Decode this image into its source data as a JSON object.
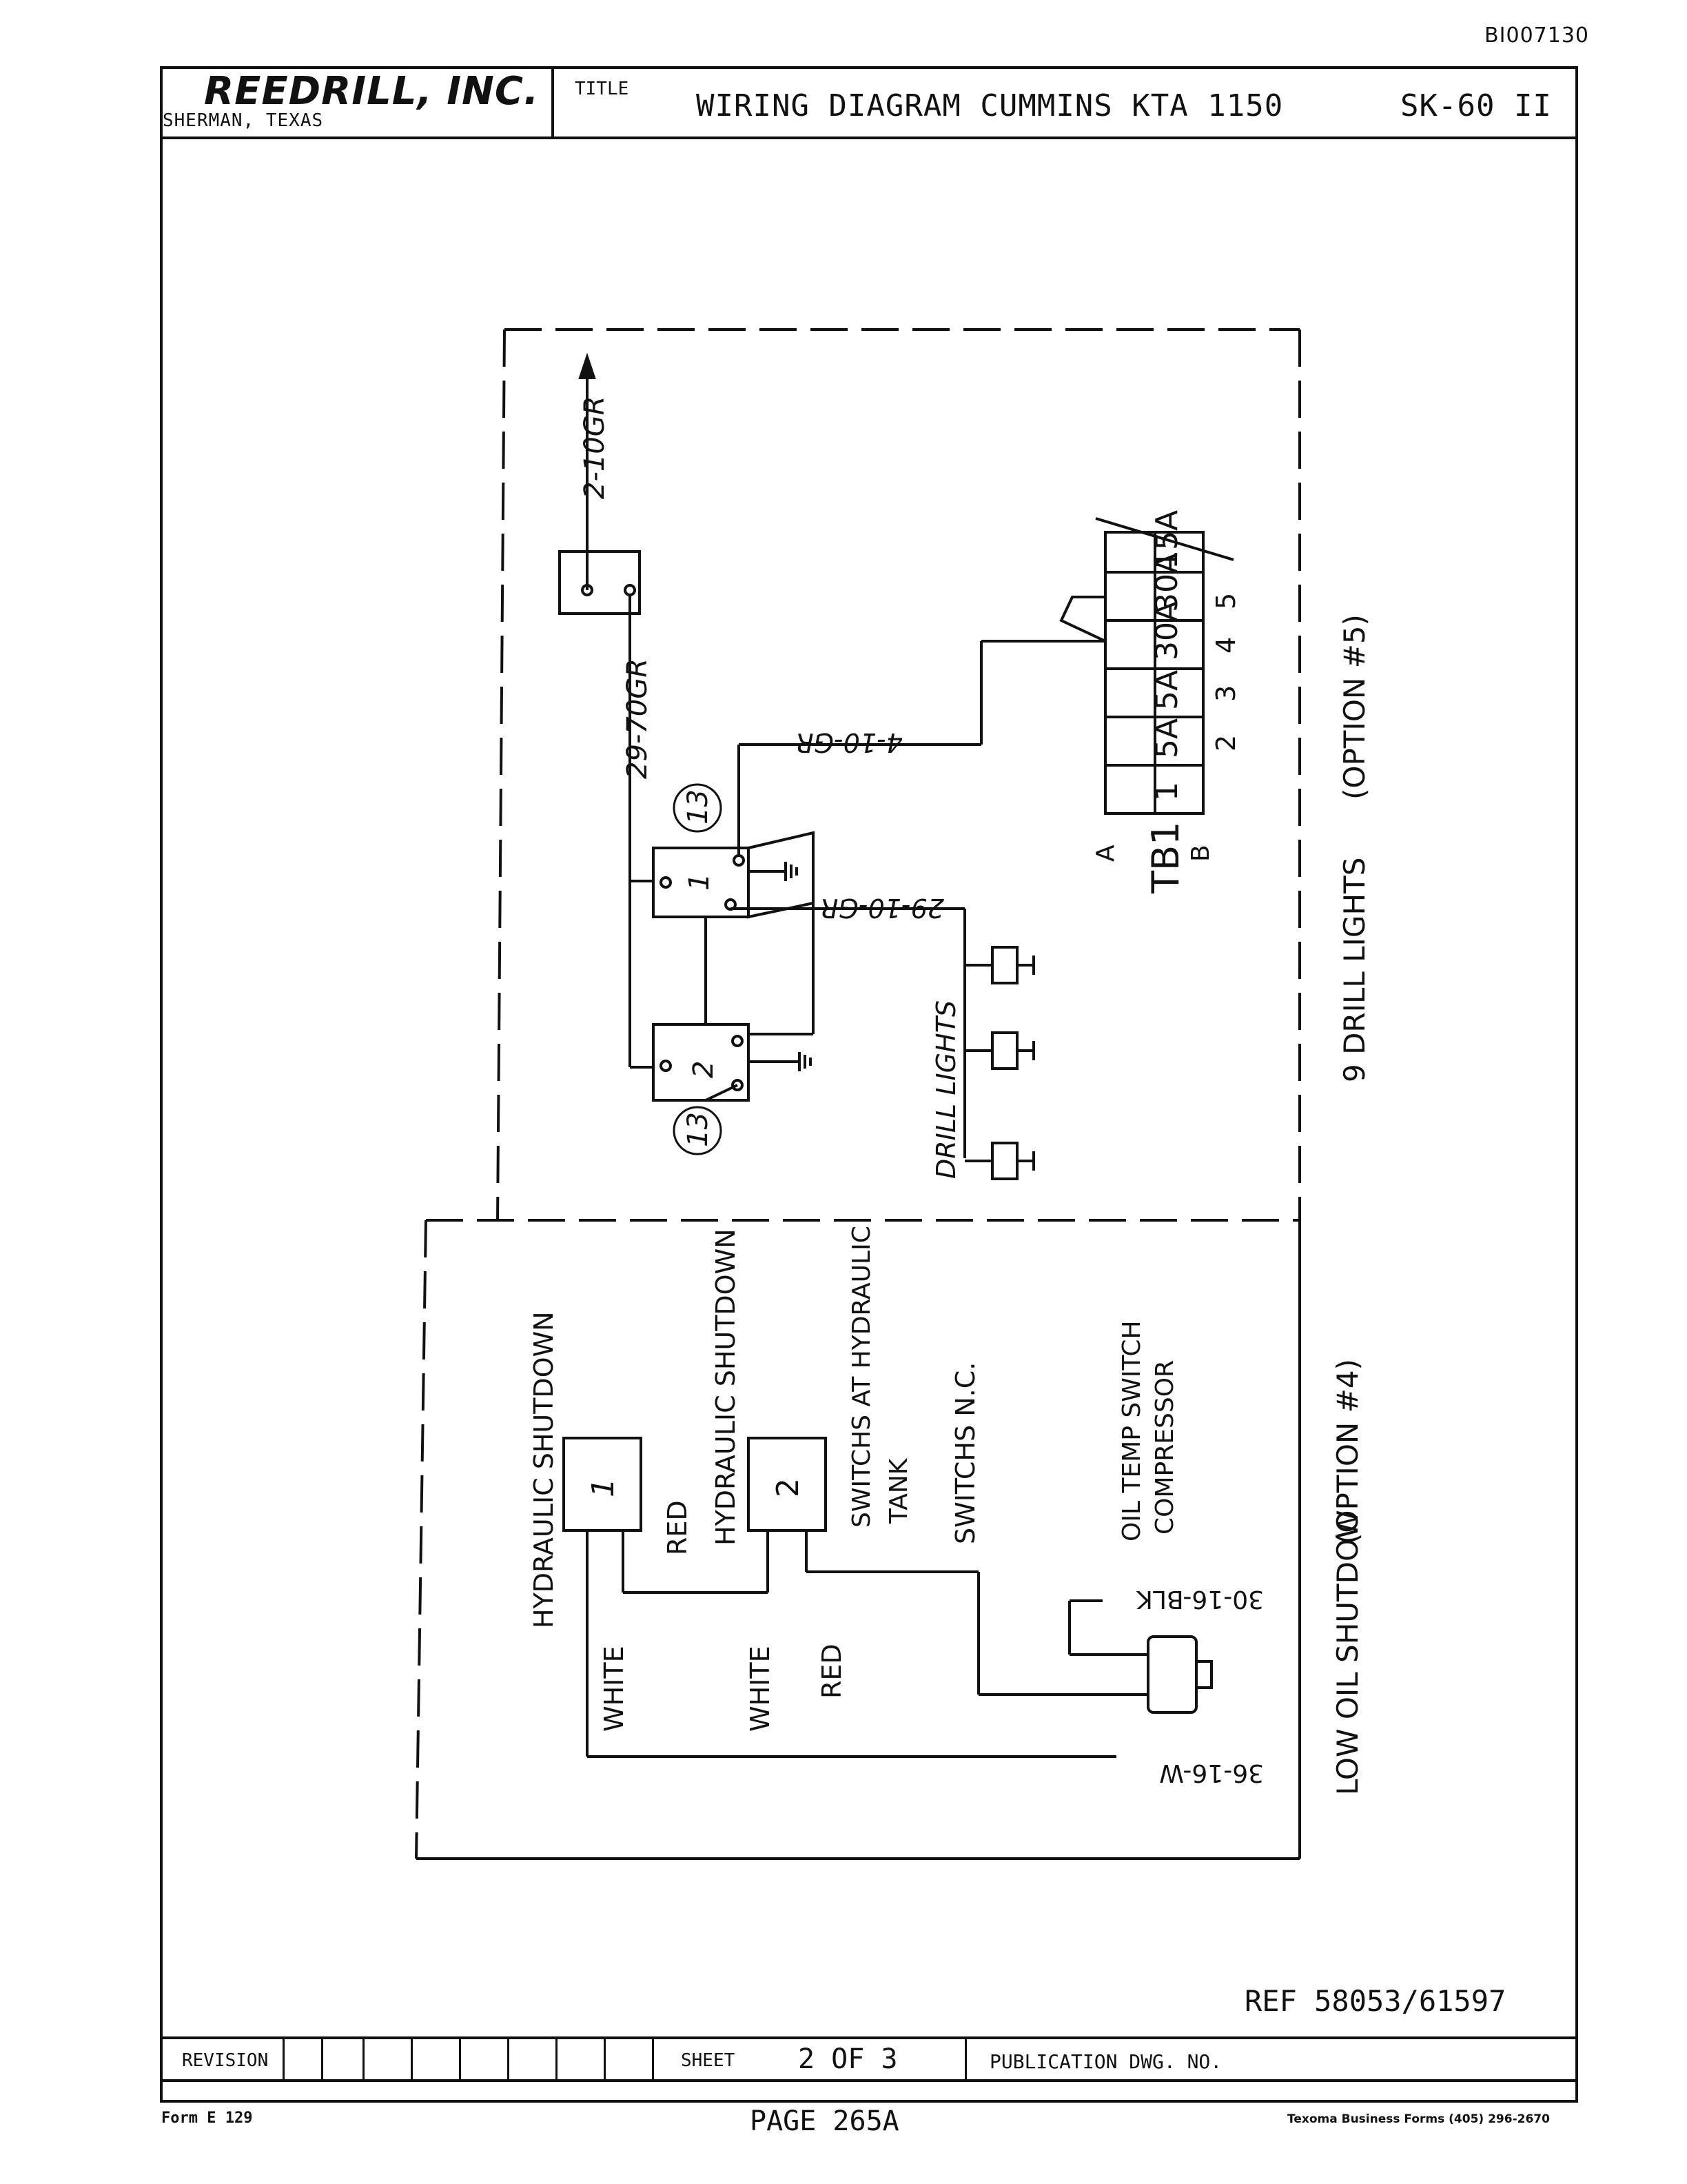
{
  "doc_id": "BI007130",
  "header": {
    "company": "REEDRILL, INC.",
    "location": "SHERMAN, TEXAS",
    "title_label": "TITLE",
    "title": "WIRING DIAGRAM CUMMINS KTA 1150",
    "model": "SK-60 II"
  },
  "diagram": {
    "upper": {
      "wire_2_10gr": "2-10GR",
      "wire_29_70gr": "29-70GR",
      "wire_4_10gr": "4-10-GR",
      "wire_29_10gr": "29-10-GR",
      "relay_top_number": "13",
      "relay_top_contact": "1",
      "relay_bottom_number": "13",
      "relay_bottom_contact": "2",
      "drill_lights_label": "DRILL LIGHTS",
      "terminal_block_label": "TB1",
      "terminal_a": "A",
      "terminal_b": "B",
      "fuses": [
        "1",
        "5A",
        "5A",
        "30A",
        "30A",
        "15A"
      ],
      "fuse_positions": [
        "2",
        "3",
        "4",
        "5"
      ],
      "section_caption": "9 DRILL LIGHTS",
      "section_option": "(OPTION #5)"
    },
    "lower": {
      "hydraulic_shutdown_1": "HYDRAULIC SHUTDOWN",
      "hydraulic_shutdown_2": "HYDRAULIC SHUTDOWN",
      "switch_1": "1",
      "switch_2": "2",
      "red_1": "RED",
      "red_2": "RED",
      "white_1": "WHITE",
      "white_2": "WHITE",
      "switches_at_tank_1": "SWITCHS AT HYDRAULIC",
      "switches_at_tank_2": "TANK",
      "switches_nc": "SWITCHS N.C.",
      "oil_temp_1": "OIL TEMP SWITCH",
      "oil_temp_2": "COMPRESSOR",
      "wire_30_16_blk": "30-16-BLK",
      "wire_36_16_w": "36-16-W",
      "section_caption": "LOW OIL SHUTDOW",
      "section_option": "(OPTION #4)"
    }
  },
  "footer": {
    "ref": "REF 58053/61597",
    "revision_label": "REVISION",
    "sheet_label": "SHEET",
    "sheet_value": "2 OF 3",
    "publication_label": "PUBLICATION DWG. NO.",
    "form_label": "Form E 129",
    "page_label": "PAGE 265A",
    "printer": "Texoma Business Forms (405) 296-2670"
  }
}
